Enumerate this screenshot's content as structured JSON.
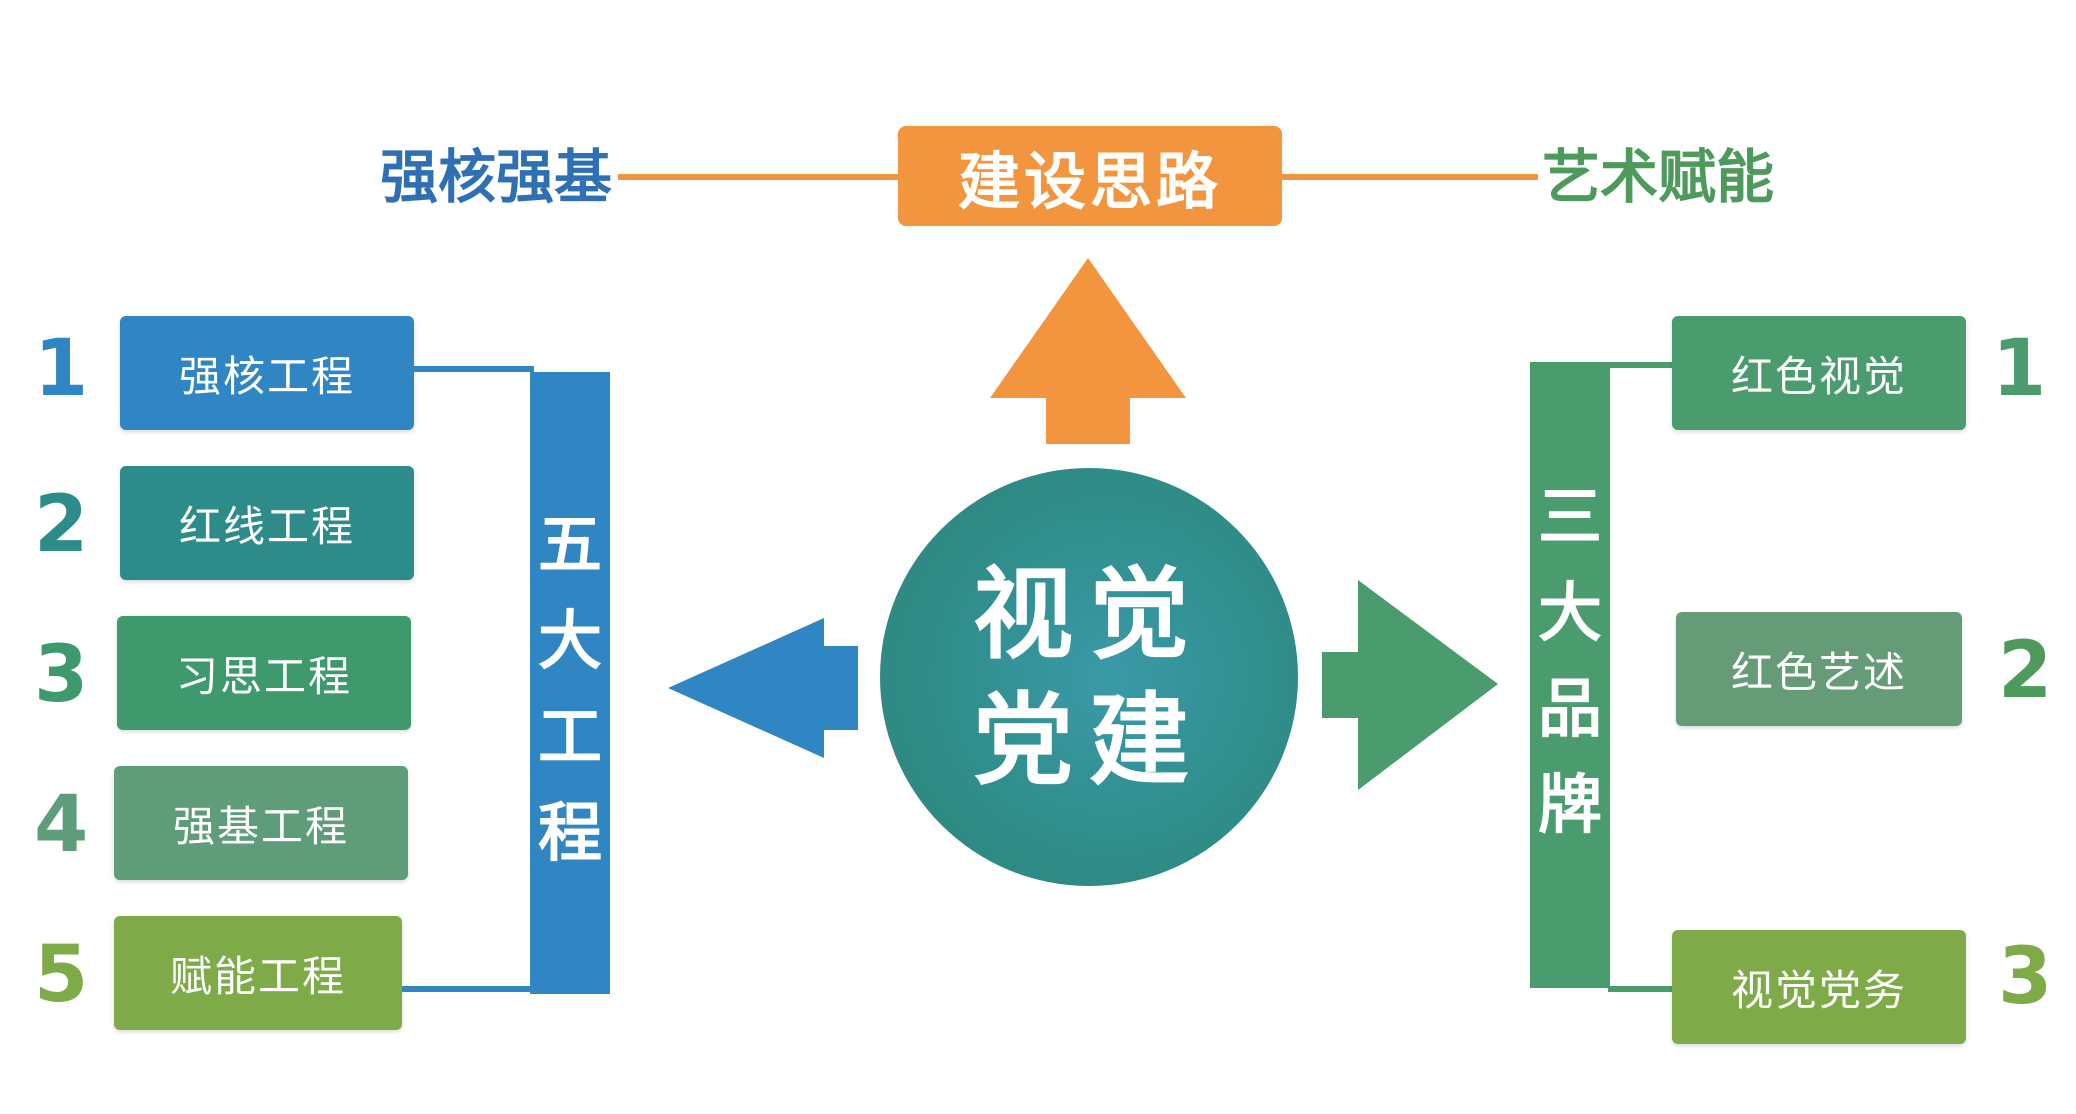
{
  "header": {
    "left_label": "强核强基",
    "center_label": "建设思路",
    "right_label": "艺术赋能"
  },
  "center": {
    "line1": "视觉",
    "line2": "党建"
  },
  "left_group": {
    "title_chars": [
      "五",
      "大",
      "工",
      "程"
    ],
    "items": [
      {
        "number": "1",
        "label": "强核工程",
        "color": "#2f86c2"
      },
      {
        "number": "2",
        "label": "红线工程",
        "color": "#2d8c8a"
      },
      {
        "number": "3",
        "label": "习思工程",
        "color": "#3e9a6c"
      },
      {
        "number": "4",
        "label": "强基工程",
        "color": "#5f9c7a"
      },
      {
        "number": "5",
        "label": "赋能工程",
        "color": "#7faa48"
      }
    ]
  },
  "right_group": {
    "title_chars": [
      "三",
      "大",
      "品",
      "牌"
    ],
    "items": [
      {
        "number": "1",
        "label": "红色视觉",
        "color": "#4a9c6e"
      },
      {
        "number": "2",
        "label": "红色艺述",
        "color": "#659c77"
      },
      {
        "number": "3",
        "label": "视觉党务",
        "color": "#7faa48"
      }
    ]
  },
  "colors": {
    "orange": "#f2953e",
    "blue": "#2f86c2",
    "green": "#4a9c6e",
    "left_label": "#2f6fb3",
    "right_label": "#4e9a5c"
  }
}
